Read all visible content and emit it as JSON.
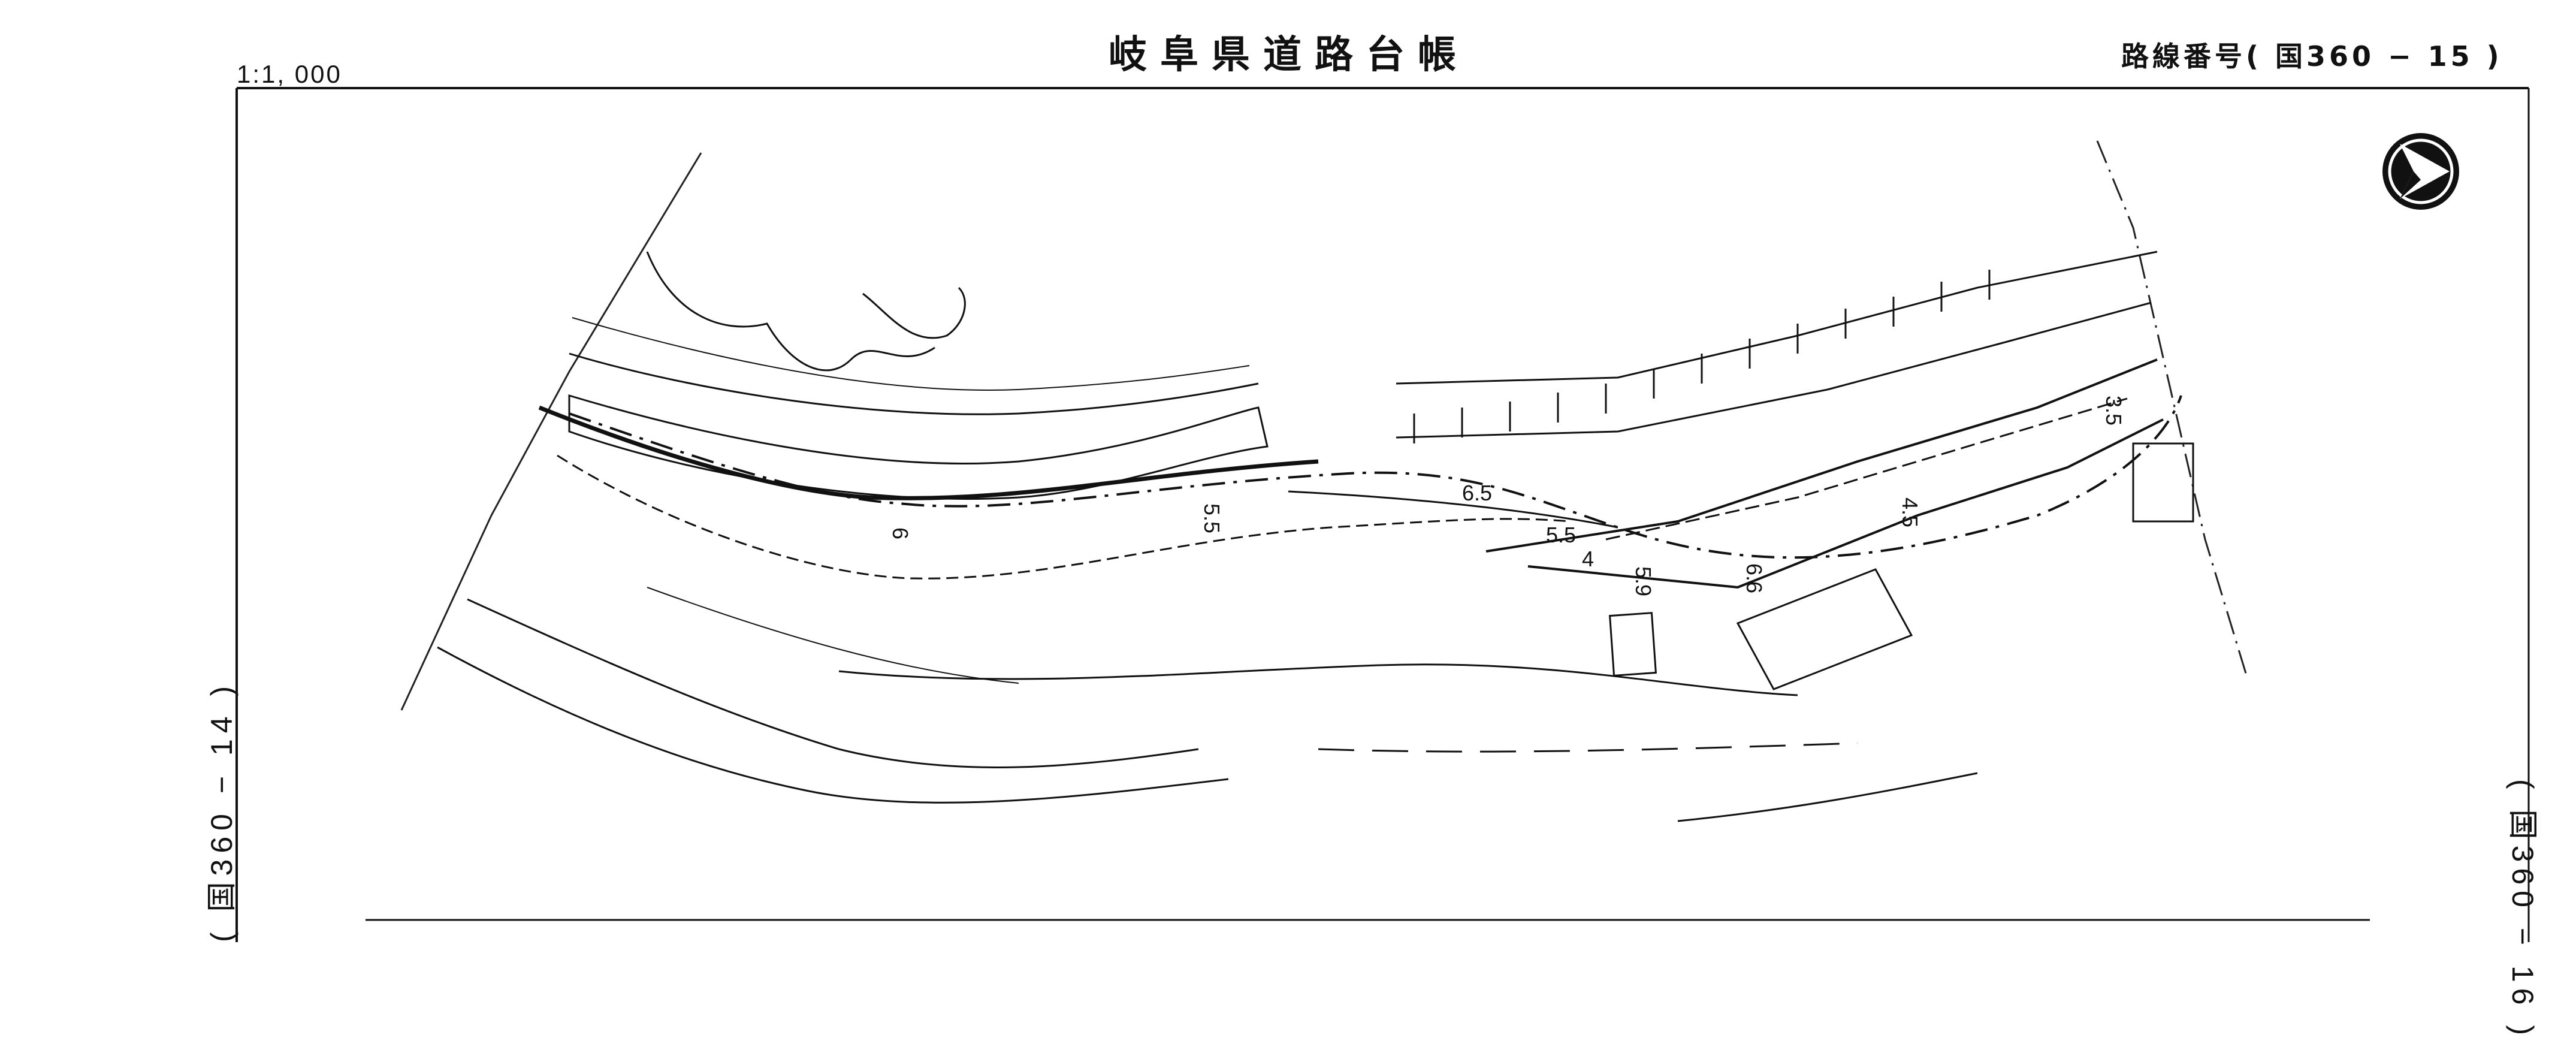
{
  "header": {
    "title": "岐阜県道路台帳",
    "scale": "1:1, 000",
    "route_number": "路線番号( 国360 − 15 )"
  },
  "adjacent_sheets": {
    "left": "( 国360 − 14 )",
    "right": "( 国360 − 16 )"
  },
  "road_width_labels": [
    "5.5",
    "6",
    "6.5",
    "5.5",
    "4",
    "5.9",
    "6.6",
    "4.5",
    "3.5"
  ],
  "north_arrow_icon": "north-arrow-icon"
}
